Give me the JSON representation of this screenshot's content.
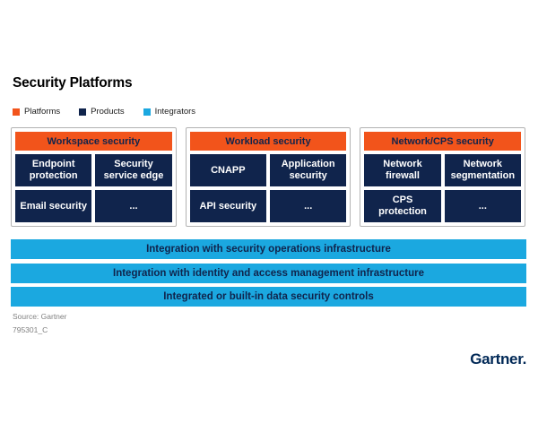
{
  "title": "Security Platforms",
  "legend": {
    "items": [
      {
        "label": "Platforms",
        "color": "#F2541B"
      },
      {
        "label": "Products",
        "color": "#10244C"
      },
      {
        "label": "Integrators",
        "color": "#1BA8E0"
      }
    ]
  },
  "platforms": [
    {
      "name": "Workspace security",
      "products": [
        "Endpoint protection",
        "Security service edge",
        "Email security",
        "..."
      ]
    },
    {
      "name": "Workload security",
      "products": [
        "CNAPP",
        "Application security",
        "API security",
        "..."
      ]
    },
    {
      "name": "Network/CPS security",
      "products": [
        "Network firewall",
        "Network segmentation",
        "CPS protection",
        "..."
      ]
    }
  ],
  "integrators": [
    "Integration with security operations infrastructure",
    "Integration with identity and access management infrastructure",
    "Integrated or built-in data security controls"
  ],
  "footer": {
    "source": "Source: Gartner",
    "note_id": "795301_C",
    "logo": "Gartner."
  },
  "colors": {
    "platform_orange": "#F2541B",
    "product_navy": "#10244C",
    "integrator_blue": "#1BA8E0",
    "logo_navy": "#002856",
    "card_border_gray": "#B3B3B3",
    "source_text_gray": "#808080"
  }
}
